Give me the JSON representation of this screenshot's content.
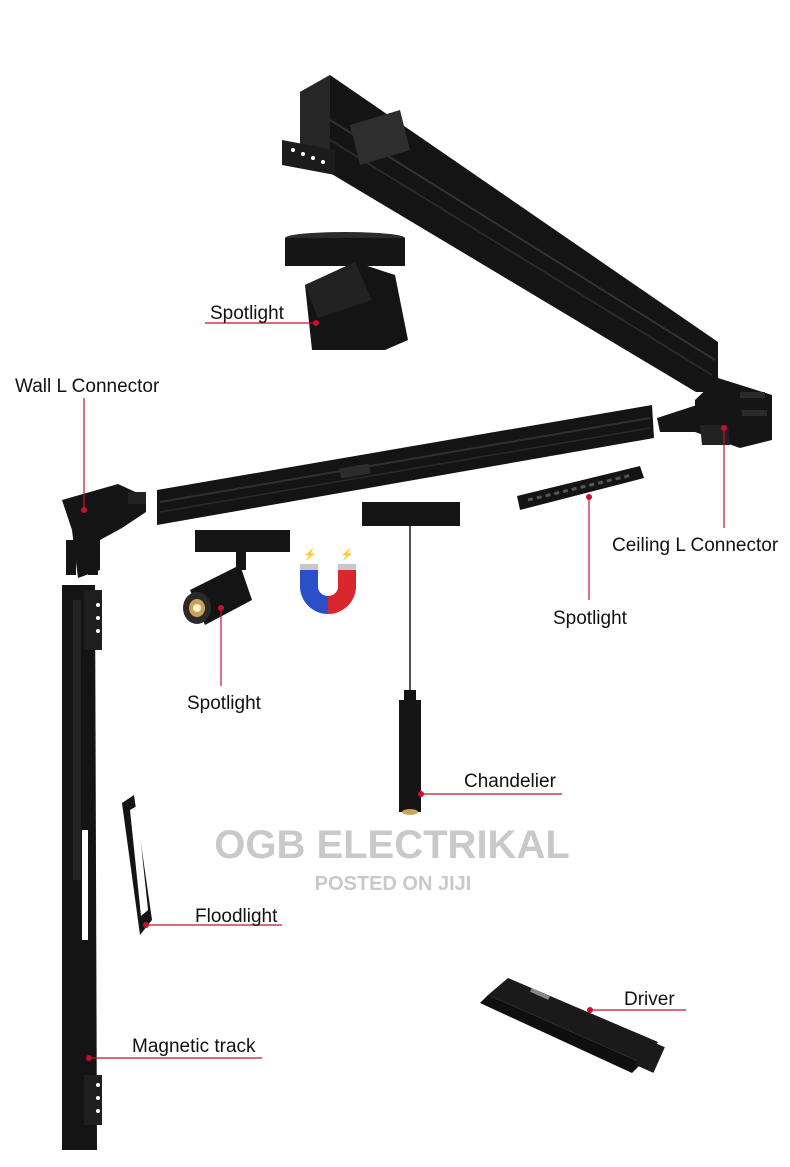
{
  "labels": {
    "spotlight_top": "Spotlight",
    "wall_l_connector": "Wall L Connector",
    "ceiling_l_connector": "Ceiling L Connector",
    "spotlight_right": "Spotlight",
    "spotlight_left": "Spotlight",
    "chandelier": "Chandelier",
    "floodlight": "Floodlight",
    "magnetic_track": "Magnetic track",
    "driver": "Driver"
  },
  "watermark": {
    "brand": "OGB ELECTRIKAL",
    "posted": "POSTED ON JIJI"
  },
  "colors": {
    "leader": "#c8102e",
    "product": "#151515",
    "magnet_north": "#2b4fc7",
    "magnet_south": "#d9272e"
  },
  "icons": [
    "magnet-icon"
  ]
}
